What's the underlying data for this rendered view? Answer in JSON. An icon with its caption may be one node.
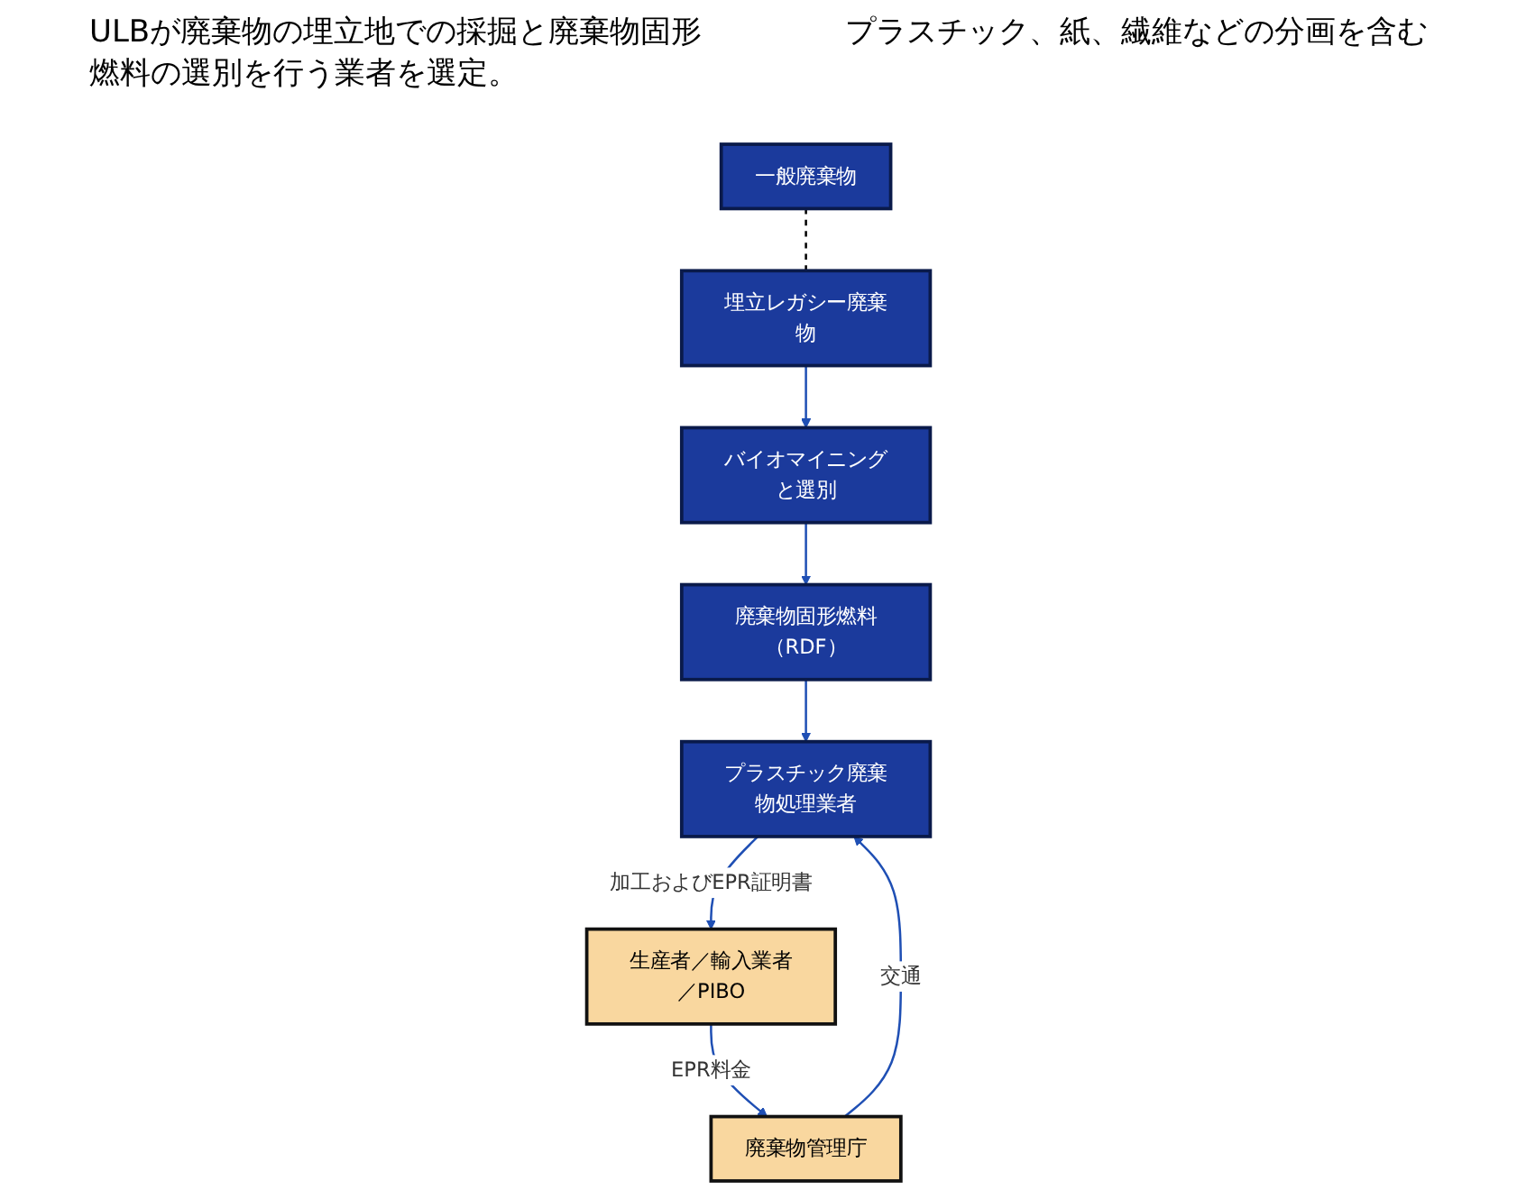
{
  "diagram": {
    "nodes": [
      {
        "text": [
          "一般廃棄物"
        ]
      },
      {
        "text": [
          "埋立レガシー廃棄物"
        ]
      },
      {
        "text": [
          "バイオマイニングと選別"
        ]
      },
      {
        "text": [
          "廃棄物固形燃料（RDF）"
        ]
      },
      {
        "text": [
          "廃棄物管理庁"
        ]
      },
      {
        "text": [
          "生産者／輸入業者／PIBO"
        ]
      },
      {
        "text": [
          "プラスチック廃棄物処理業者"
        ]
      }
    ],
    "edges": [
      {
        "from": 0,
        "to": 1,
        "arrow": "none",
        "style": "dashed",
        "color": "#000000"
      },
      {
        "from": 1,
        "to": 2,
        "arrow": "to"
      },
      {
        "from": 2,
        "to": 3,
        "arrow": "to"
      },
      {
        "from": 3,
        "to": 6,
        "arrow": "to"
      },
      {
        "from": 4,
        "to": 6,
        "arrow": "to",
        "label": "交通"
      },
      {
        "from": 6,
        "to": 5,
        "arrow": "to",
        "label": "加工およびEPR証明書"
      },
      {
        "from": 5,
        "to": 4,
        "arrow": "to",
        "label": "EPR料金"
      }
    ],
    "labels": [
      "ULBが廃棄物の埋立地での採掘と廃棄物固形燃料の選別を行う業者を選定。",
      "プラスチック、紙、繊維などの分画を含む"
    ]
  }
}
